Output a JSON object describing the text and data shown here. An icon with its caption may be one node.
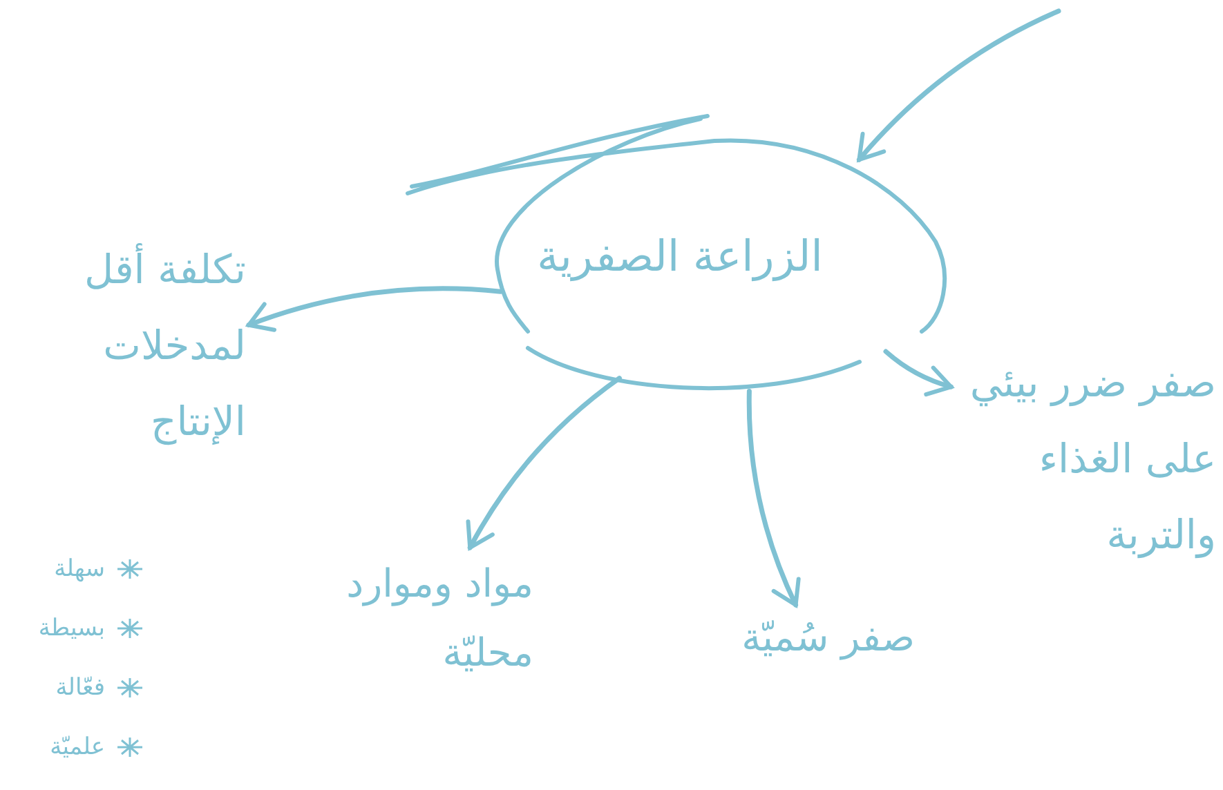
{
  "diagram": {
    "nodes": [
      {
        "text": [
          "الزراعة الصفرية"
        ]
      },
      {
        "text": [
          "تكلفة أقل لمدخلات الإنتاج"
        ]
      },
      {
        "text": [
          "صفر ضرر بيئي على الغذاء والتربة"
        ]
      },
      {
        "text": [
          "مواد وموارد محليّة"
        ]
      },
      {
        "text": [
          "صفر سُميّة"
        ]
      }
    ],
    "edges": [
      {
        "from": null,
        "to": 0,
        "arrow": "to"
      },
      {
        "from": 0,
        "to": 1,
        "arrow": "to"
      },
      {
        "from": 0,
        "to": 3,
        "arrow": "to"
      },
      {
        "from": 0,
        "to": 4,
        "arrow": "to"
      },
      {
        "from": 0,
        "to": 2,
        "arrow": "to"
      }
    ],
    "labels": [
      "سهلة",
      "بسيطة",
      "فعّالة",
      "علميّة"
    ]
  }
}
